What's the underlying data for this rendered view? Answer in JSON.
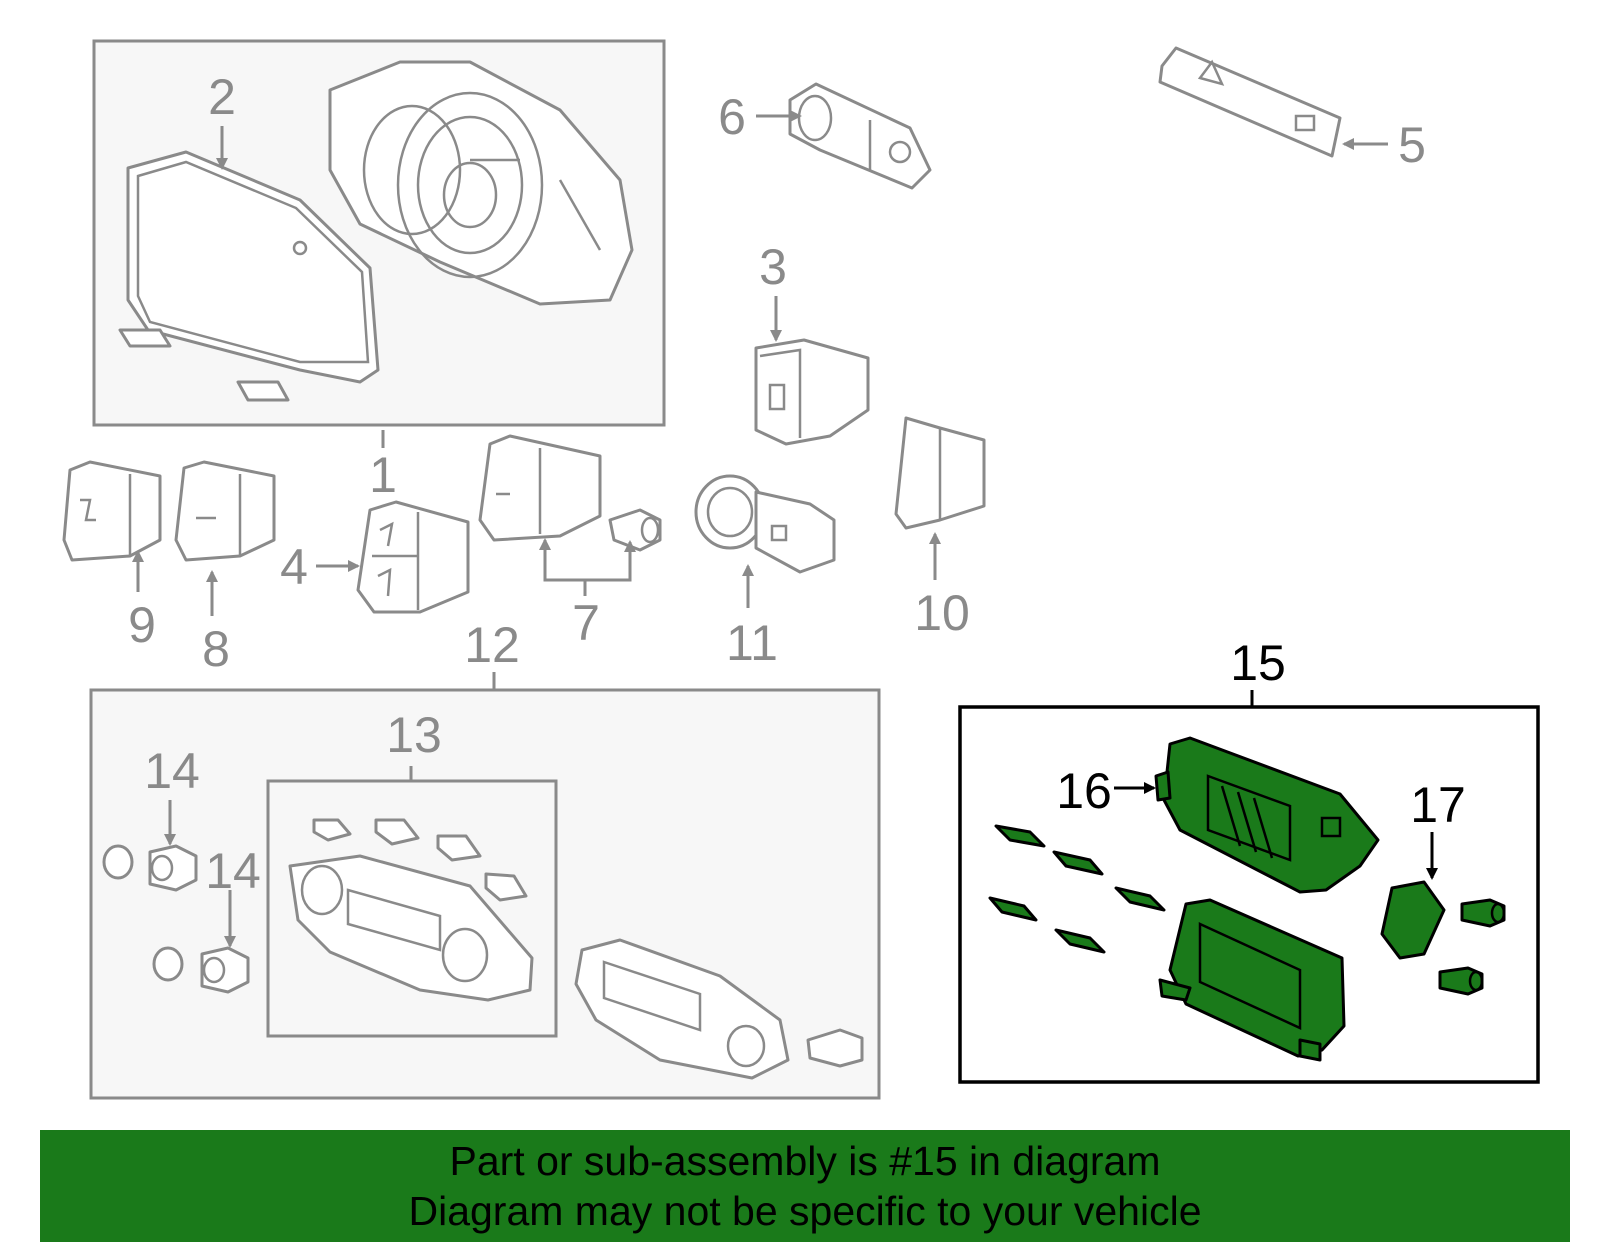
{
  "callouts": {
    "c1": "1",
    "c2": "2",
    "c3": "3",
    "c4": "4",
    "c5": "5",
    "c6": "6",
    "c7": "7",
    "c8": "8",
    "c9": "9",
    "c10": "10",
    "c11": "11",
    "c12": "12",
    "c13": "13",
    "c14a": "14",
    "c14b": "14",
    "c15": "15",
    "c16": "16",
    "c17": "17"
  },
  "banner": {
    "line1": "Part or sub-assembly is #15 in diagram",
    "line2": "Diagram may not be specific to your vehicle"
  },
  "colors": {
    "highlight": "#1a7a1a",
    "parts_gray": "#8a8a8a"
  }
}
